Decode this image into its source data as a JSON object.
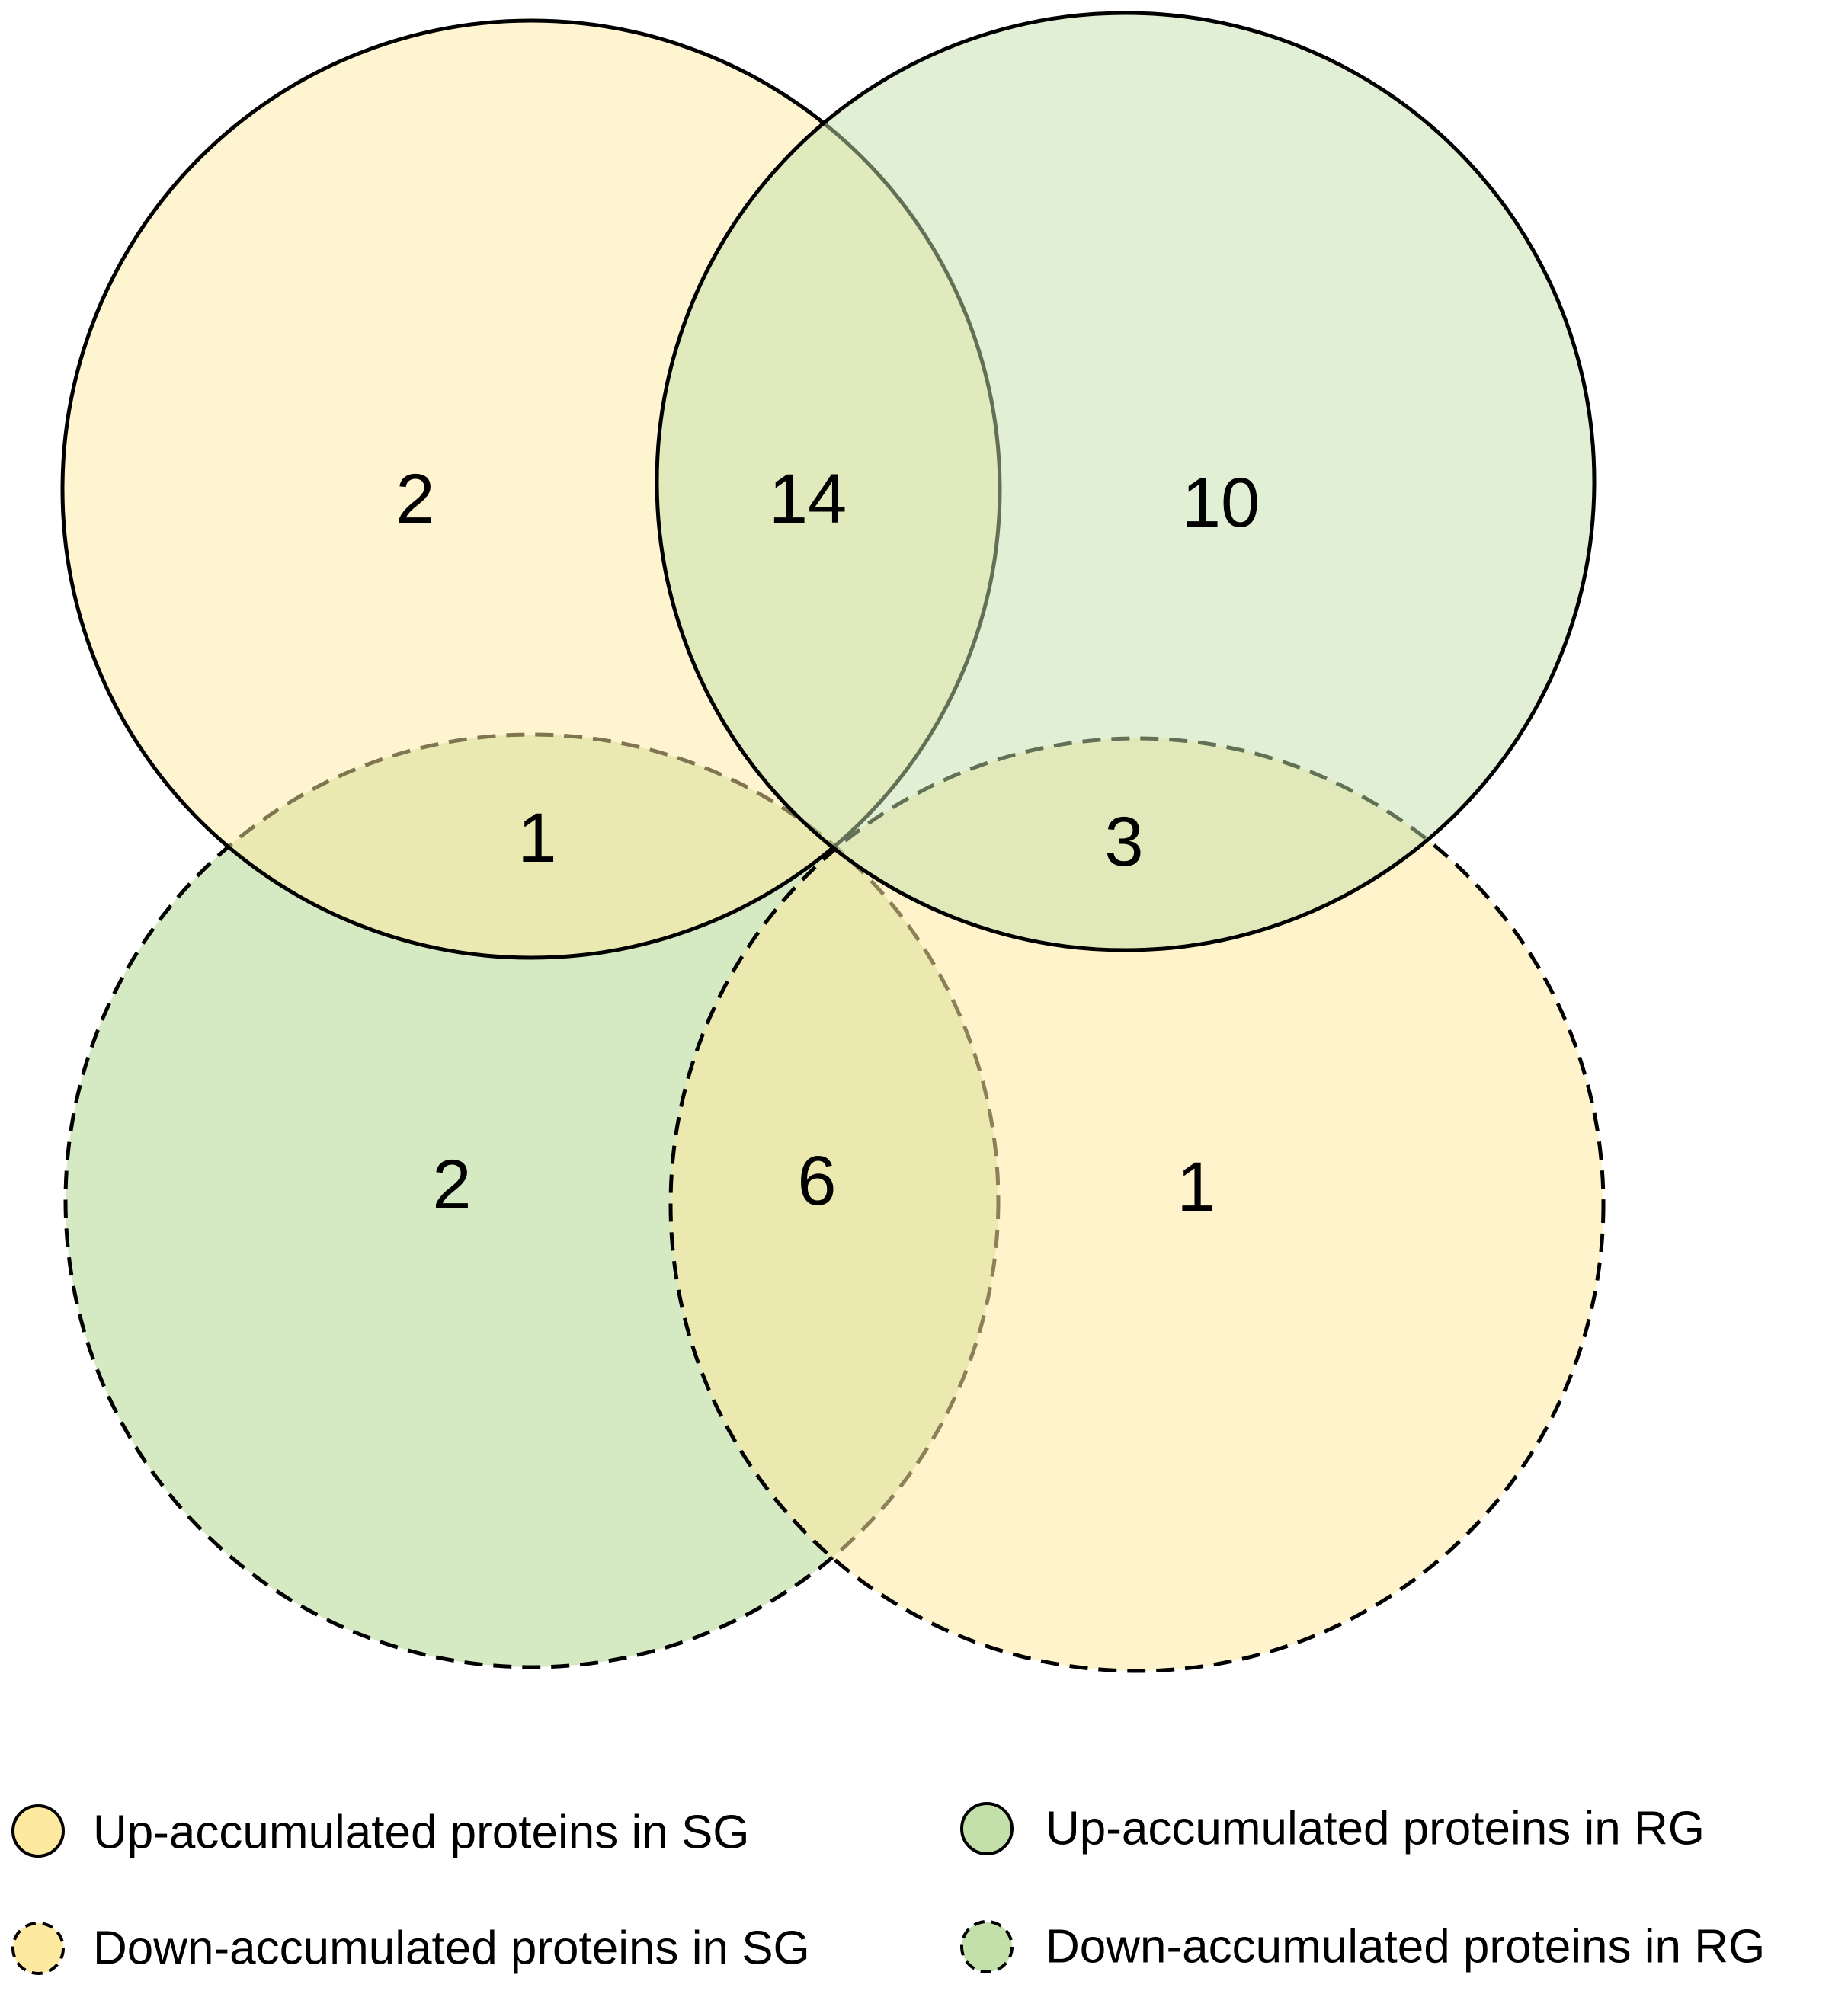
{
  "diagram": {
    "type": "venn",
    "sets": [
      {
        "id": "up_sg",
        "label": "Up-accumulated proteins in SG",
        "color": "#fde99f",
        "stroke": "solid"
      },
      {
        "id": "up_rg",
        "label": "Up-accumulated proteins in RG",
        "color": "#c3dfaa",
        "stroke": "solid"
      },
      {
        "id": "down_sg",
        "label": "Down-accumulated proteins in SG",
        "color": "#fde99f",
        "stroke": "dashed"
      },
      {
        "id": "down_rg",
        "label": "Down-accumulated proteins in RG",
        "color": "#c3dfaa",
        "stroke": "dashed"
      }
    ],
    "regions": [
      {
        "id": "up_sg_only",
        "sets": [
          "up_sg"
        ],
        "count": "2"
      },
      {
        "id": "up_sg_up_rg",
        "sets": [
          "up_sg",
          "up_rg"
        ],
        "count": "14"
      },
      {
        "id": "up_rg_only",
        "sets": [
          "up_rg"
        ],
        "count": "10"
      },
      {
        "id": "up_sg_down_rg",
        "sets": [
          "up_sg",
          "down_rg"
        ],
        "count": "1"
      },
      {
        "id": "up_rg_down_sg",
        "sets": [
          "up_rg",
          "down_sg"
        ],
        "count": "3"
      },
      {
        "id": "down_rg_only",
        "sets": [
          "down_rg"
        ],
        "count": "2"
      },
      {
        "id": "down_rg_down_sg",
        "sets": [
          "down_rg",
          "down_sg"
        ],
        "count": "6"
      },
      {
        "id": "down_sg_only",
        "sets": [
          "down_sg"
        ],
        "count": "1"
      }
    ]
  },
  "legend": [
    {
      "label": "Up-accumulated proteins in SG",
      "color": "#fde99f",
      "stroke": "solid"
    },
    {
      "label": "Up-accumulated proteins in RG",
      "color": "#c3dfaa",
      "stroke": "solid"
    },
    {
      "label": "Down-accumulated proteins in SG",
      "color": "#fde99f",
      "stroke": "dashed"
    },
    {
      "label": "Down-accumulated proteins in RG",
      "color": "#c3dfaa",
      "stroke": "dashed"
    }
  ]
}
